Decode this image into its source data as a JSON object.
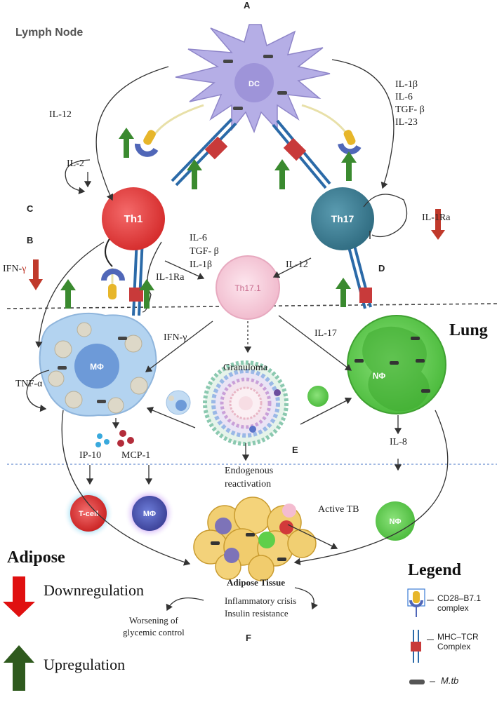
{
  "panel_letters": {
    "a": "A",
    "b": "B",
    "c": "C",
    "d": "D",
    "e": "E",
    "f": "F"
  },
  "regions": {
    "lymph_node": "Lymph Node",
    "lung": "Lung",
    "adipose": "Adipose"
  },
  "cells": {
    "dc": "DC",
    "th1": "Th1",
    "th17": "Th17",
    "th17_1": "Th17.1",
    "macrophage": "MΦ",
    "neutrophil": "NΦ",
    "t_cell": "T-cell",
    "macrophage2": "MΦ",
    "neutrophil2": "NΦ"
  },
  "cytokines": {
    "il12_left": "IL-12",
    "dc_right": [
      "IL-1β",
      "IL-6",
      "TGF- β",
      "IL-23"
    ],
    "il2": "IL-2",
    "ifn_label": "IFN-",
    "ifn_gamma": "γ",
    "il1ra_right": "IL-1Ra",
    "th1_to_th171": [
      "IL-6",
      "TGF- β",
      "IL-1β"
    ],
    "il1ra_mid": "IL-1Ra",
    "il12_mid": "IL-12",
    "ifn_gamma_mid": "IFN-γ",
    "il17": "IL-17",
    "tnf": "TNF-α",
    "ip10": "IP-10",
    "mcp1": "MCP-1",
    "il8": "IL-8"
  },
  "labels": {
    "granuloma": "Granuloma",
    "endogenous": [
      "Endogenous",
      "reactivation"
    ],
    "active_tb": "Active TB",
    "adipose_tissue": "Adipose Tissue",
    "inflammatory": [
      "Inflammatory crisis",
      "Insulin resistance"
    ],
    "worsening": [
      "Worsening of",
      "glycemic control"
    ]
  },
  "legend": {
    "title": "Legend",
    "cd28": [
      "CD28–B7.1",
      "complex"
    ],
    "mhc": [
      "MHC–TCR",
      "Complex"
    ],
    "mtb": "M.tb",
    "down": "Downregulation",
    "up": "Upregulation"
  },
  "colors": {
    "dc": "#b5aee6",
    "th1": "#e23b3b",
    "th17": "#3d7d93",
    "th17_1": "#f4c6d6",
    "macrophage": "#a9cbec",
    "neutrophil": "#5fcf4a",
    "up_arrow": "#2d6a2a",
    "down_arrow": "#c0392b",
    "legend_down": "#e01010",
    "legend_up": "#2f5a1e"
  }
}
